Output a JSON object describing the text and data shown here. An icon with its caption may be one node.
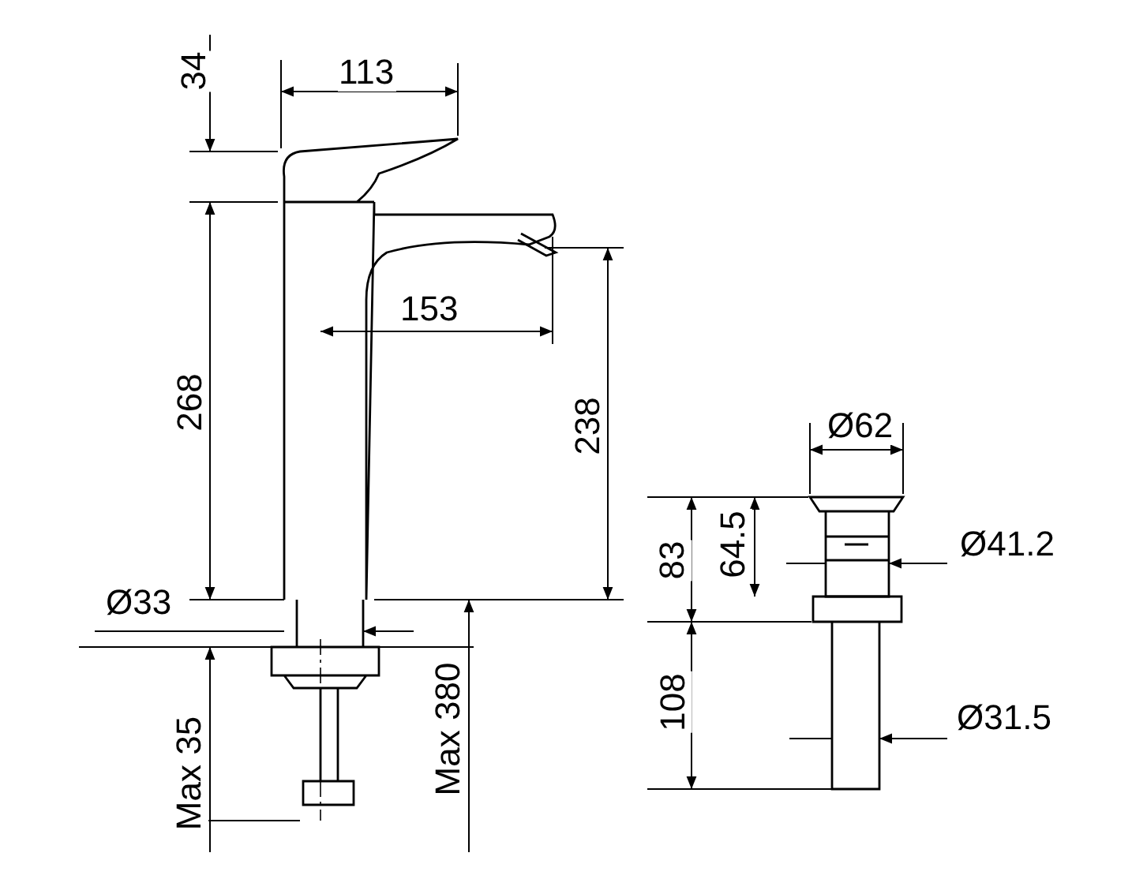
{
  "diagram": {
    "labels": [
      "34",
      "113",
      "153",
      "268",
      "238",
      "Ø62",
      "83",
      "64.5",
      "Ø41.2",
      "Ø33",
      "Max 380",
      "108",
      "Ø31.5",
      "Max 35"
    ]
  }
}
